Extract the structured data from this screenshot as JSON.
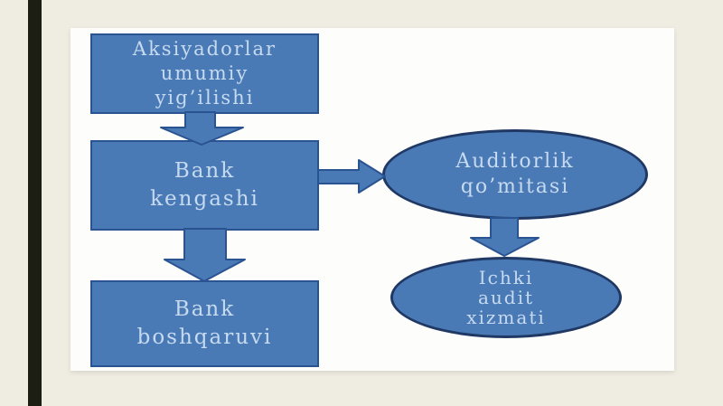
{
  "colors": {
    "background": "#efece2",
    "accent_bar": "#1c1e13",
    "panel": "#fdfdfc",
    "node_fill": "#4a7ab6",
    "node_border": "#2a5391",
    "ellipse_border": "#1f3864",
    "node_text": "#c6daf0"
  },
  "diagram": {
    "nodes": {
      "shareholders_meeting": {
        "label": "Aksiyadorlar umumiy yig’ilishi",
        "shape": "rectangle",
        "lines": [
          "Aksiyadorlar",
          "umumiy",
          "yig’ilishi"
        ]
      },
      "bank_council": {
        "label": "Bank kengashi",
        "shape": "rectangle",
        "lines": [
          "Bank",
          "kengashi"
        ]
      },
      "bank_board": {
        "label": "Bank boshqaruvi",
        "shape": "rectangle",
        "lines": [
          "Bank",
          "boshqaruvi"
        ]
      },
      "audit_committee": {
        "label": "Auditorlik qo’mitasi",
        "shape": "ellipse",
        "lines": [
          "Auditorlik",
          "qo’mitasi"
        ]
      },
      "internal_audit": {
        "label": "Ichki audit xizmati",
        "shape": "ellipse",
        "lines": [
          "Ichki",
          "audit",
          "xizmati"
        ]
      }
    },
    "connections": [
      {
        "from": "shareholders_meeting",
        "to": "bank_council",
        "direction": "down"
      },
      {
        "from": "bank_council",
        "to": "bank_board",
        "direction": "down"
      },
      {
        "from": "bank_council",
        "to": "audit_committee",
        "direction": "right"
      },
      {
        "from": "audit_committee",
        "to": "internal_audit",
        "direction": "down"
      }
    ]
  }
}
